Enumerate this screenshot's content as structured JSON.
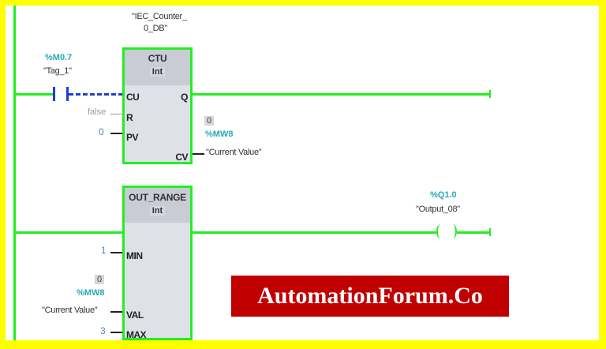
{
  "colors": {
    "frame": "#ffff00",
    "wire": "#22ee22",
    "address": "#29a9b5",
    "constant": "#5a7ec8",
    "banner_bg": "#c00000"
  },
  "network1": {
    "instance_db": {
      "line1": "\"IEC_Counter_",
      "line2": "0_DB\""
    },
    "contact": {
      "address": "%M0.7",
      "tag": "\"Tag_1\""
    },
    "block": {
      "name": "CTU",
      "type": "Int",
      "pins": {
        "cu": "CU",
        "r": "R",
        "pv": "PV",
        "q": "Q",
        "cv": "CV"
      }
    },
    "inputs": {
      "r": "false",
      "pv": "0"
    },
    "cv_output": {
      "value": "0",
      "address": "%MW8",
      "tag": "\"Current Value\""
    }
  },
  "network2": {
    "block": {
      "name": "OUT_RANGE",
      "type": "Int",
      "pins": {
        "min": "MIN",
        "val": "VAL",
        "max": "MAX"
      }
    },
    "inputs": {
      "min": "1",
      "val_value": "0",
      "val_address": "%MW8",
      "val_tag": "\"Current Value\"",
      "max": "3"
    },
    "coil": {
      "address": "%Q1.0",
      "tag": "\"Output_08\""
    }
  },
  "watermark": "AutomationForum.Co"
}
